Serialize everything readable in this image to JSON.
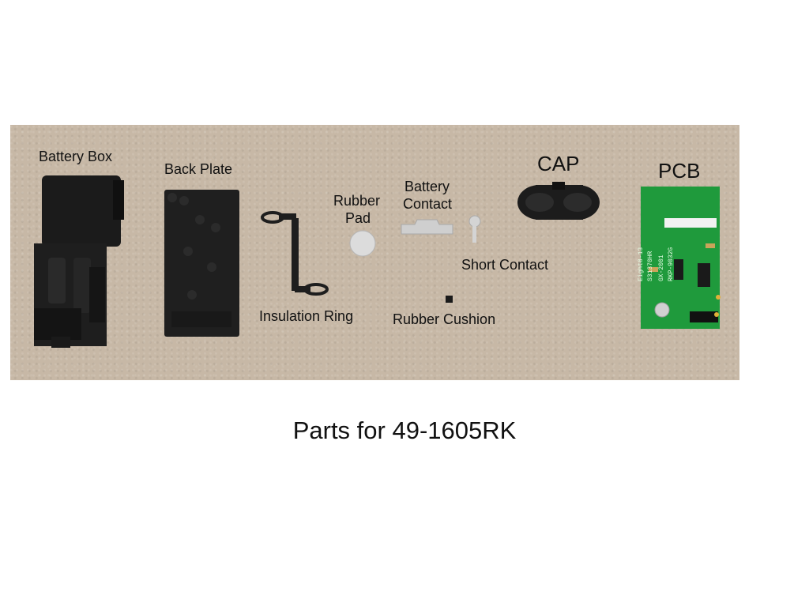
{
  "labels": {
    "battery_box": "Battery Box",
    "back_plate": "Back Plate",
    "insulation_ring": "Insulation Ring",
    "rubber_pad_line1": "Rubber",
    "rubber_pad_line2": "Pad",
    "battery_contact_line1": "Battery",
    "battery_contact_line2": "Contact",
    "short_contact": "Short Contact",
    "rubber_cushion": "Rubber Cushion",
    "cap": "CAP",
    "pcb": "PCB"
  },
  "pcb_markings": {
    "line1": "Eight8-13",
    "line2": "S31370HR",
    "line3": "GX-2001",
    "line4": "RKP-9032G"
  },
  "caption": "Parts for 49-1605RK",
  "colors": {
    "background": "#ffffff",
    "cardboard": "#c7b8a6",
    "plastic": "#1b1b1b",
    "pcb_green": "#1f9a3c",
    "metal": "#cfcfcf"
  }
}
